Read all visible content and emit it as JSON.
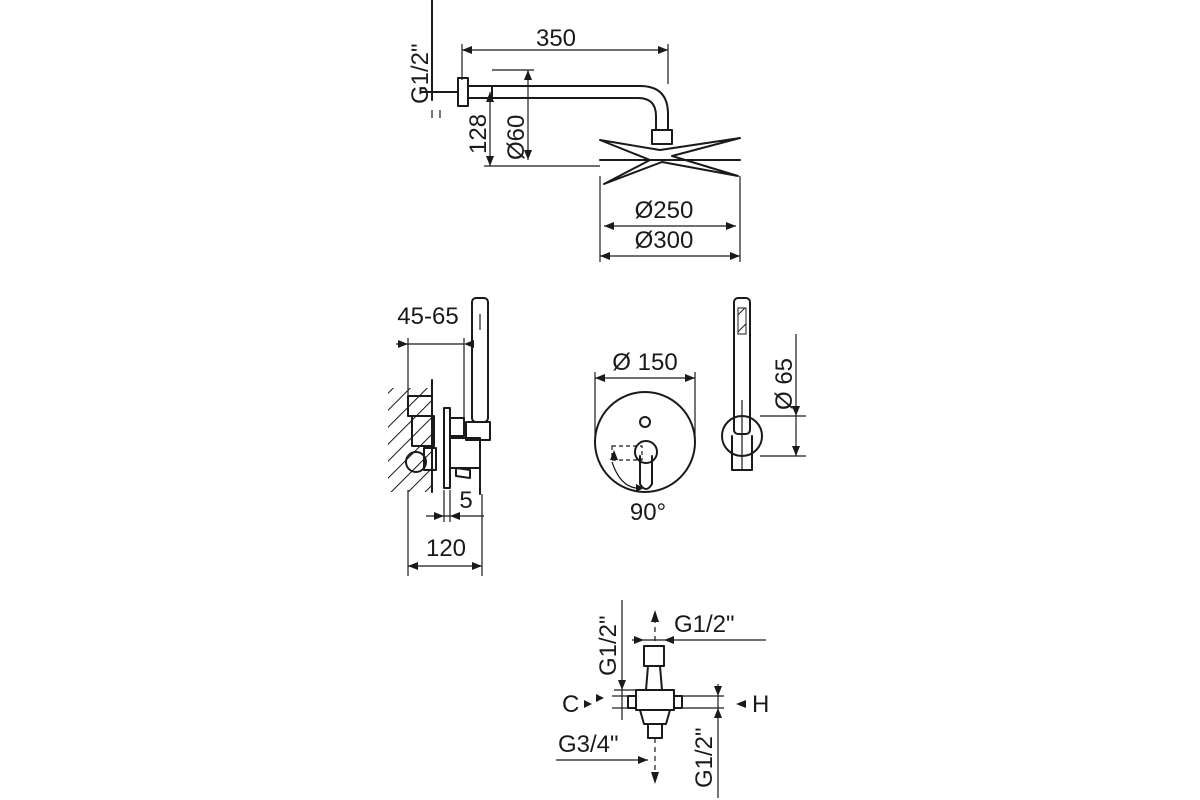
{
  "shower_head_view": {
    "arm_length": "350",
    "inlet_thread": "G1/2\"",
    "drop_height": "128",
    "flange_diameter": "Ø60",
    "head_inner_diameter": "Ø250",
    "head_outer_diameter": "Ø300"
  },
  "mixer_side_view": {
    "wall_depth_range": "45-65",
    "plate_offset": "5",
    "total_depth": "120"
  },
  "mixer_front_view": {
    "plate_diameter": "Ø 150",
    "lever_rotation": "90°"
  },
  "hand_shower_view": {
    "holder_diameter": "Ø 65"
  },
  "valve_connections": {
    "top_outlet_thread": "G1/2\"",
    "top_outlet_vertical": "G1/2\"",
    "supply_thread": "G3/4\"",
    "bottom_outlet_thread": "G1/2\"",
    "cold_label": "C",
    "hot_label": "H"
  }
}
